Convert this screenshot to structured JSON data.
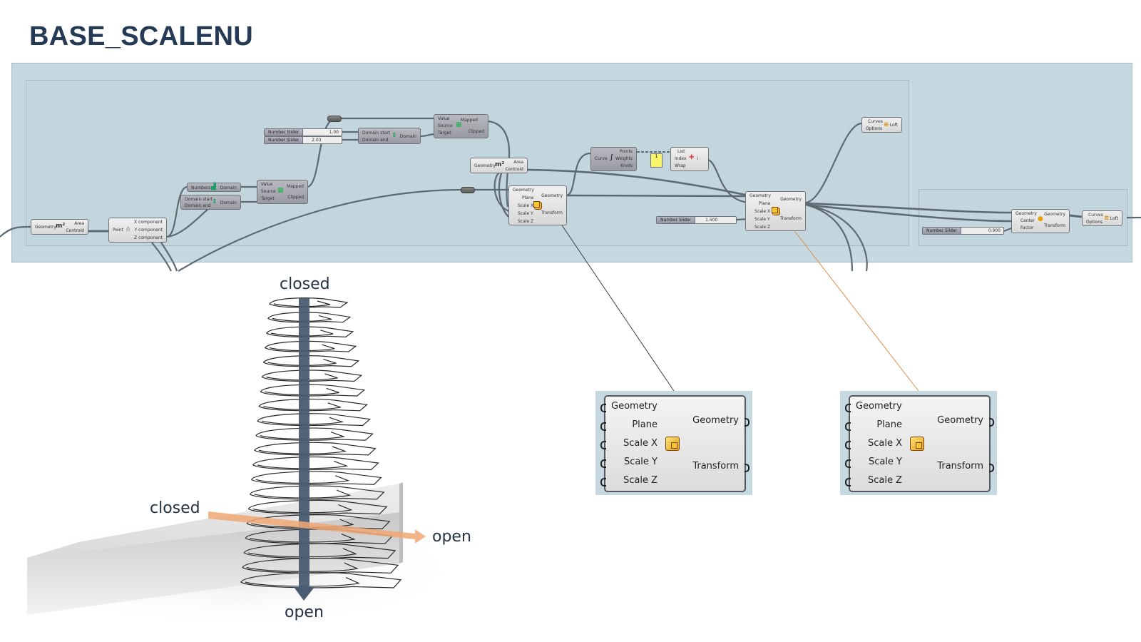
{
  "title": "BASE_SCALENU",
  "canvas": {
    "nodes": {
      "area1": {
        "inputs": [
          "Geometry"
        ],
        "outputs": [
          "Area",
          "Centroid"
        ],
        "icon": "area-icon"
      },
      "deconstruct": {
        "inputs": [
          "Point"
        ],
        "outputs": [
          "X component",
          "Y component",
          "Z component"
        ],
        "icon": "deconstruct-point-icon"
      },
      "bounds": {
        "inputs": [
          "Numbers"
        ],
        "outputs": [
          "Domain"
        ],
        "icon": "bounds-icon"
      },
      "construct_domain1": {
        "inputs": [
          "Domain start",
          "Domain end"
        ],
        "outputs": [
          "Domain"
        ],
        "icon": "construct-domain-icon"
      },
      "remap1": {
        "inputs": [
          "Value",
          "Source",
          "Target"
        ],
        "outputs": [
          "Mapped",
          "Clipped"
        ],
        "icon": "remap-icon"
      },
      "slider1": {
        "label": "Number Slider",
        "value": "1.00"
      },
      "slider2": {
        "label": "Number Slider",
        "value": "2.03"
      },
      "construct_domain2": {
        "inputs": [
          "Domain start",
          "Domain end"
        ],
        "outputs": [
          "Domain"
        ],
        "icon": "construct-domain-icon"
      },
      "remap2": {
        "inputs": [
          "Value",
          "Source",
          "Target"
        ],
        "outputs": [
          "Mapped",
          "Clipped"
        ],
        "icon": "remap-icon"
      },
      "area2": {
        "inputs": [
          "Geometry"
        ],
        "outputs": [
          "Area",
          "Centroid"
        ],
        "icon": "area-icon"
      },
      "scale_nu1": {
        "inputs": [
          "Geometry",
          "Plane",
          "Scale X",
          "Scale Y",
          "Scale Z"
        ],
        "outputs": [
          "Geometry",
          "Transform"
        ],
        "icon": "scale-nu-icon"
      },
      "control_points": {
        "inputs": [
          "Curve"
        ],
        "outputs": [
          "Points",
          "Weights",
          "Knots"
        ],
        "icon": "control-points-icon"
      },
      "panel": {
        "value": "1"
      },
      "list_item": {
        "inputs": [
          "List",
          "Index",
          "Wrap"
        ],
        "outputs": [
          "i"
        ],
        "icon": "list-item-icon"
      },
      "slider3": {
        "label": "Number Slider",
        "value": "1.500"
      },
      "scale_nu2": {
        "inputs": [
          "Geometry",
          "Plane",
          "Scale X",
          "Scale Y",
          "Scale Z"
        ],
        "outputs": [
          "Geometry",
          "Transform"
        ],
        "icon": "scale-nu-icon"
      },
      "loft1": {
        "inputs": [
          "Curves",
          "Options"
        ],
        "outputs": [
          "Loft"
        ],
        "icon": "loft-icon"
      },
      "scale": {
        "inputs": [
          "Geometry",
          "Center",
          "Factor"
        ],
        "outputs": [
          "Geometry",
          "Transform"
        ],
        "icon": "scale-icon"
      },
      "slider4": {
        "label": "Number Slider",
        "value": "0.900"
      },
      "loft2": {
        "inputs": [
          "Curves",
          "Options"
        ],
        "outputs": [
          "Loft"
        ],
        "icon": "loft-icon"
      }
    }
  },
  "callouts": [
    {
      "inputs": [
        "Geometry",
        "Plane",
        "Scale X",
        "Scale Y",
        "Scale Z"
      ],
      "outputs": [
        "Geometry",
        "Transform"
      ],
      "icon": "scale-nu-icon",
      "leader_color": "#3a3f44"
    },
    {
      "inputs": [
        "Geometry",
        "Plane",
        "Scale X",
        "Scale Y",
        "Scale Z"
      ],
      "outputs": [
        "Geometry",
        "Transform"
      ],
      "icon": "scale-nu-icon",
      "leader_color": "#d9904f"
    }
  ],
  "illustration": {
    "vertical_top": "closed",
    "vertical_bottom": "open",
    "horizontal_left": "closed",
    "horizontal_right": "open",
    "vertical_arrow_color": "#4a5c72",
    "horizontal_arrow_color": "#eea874",
    "slice_count": 20
  }
}
